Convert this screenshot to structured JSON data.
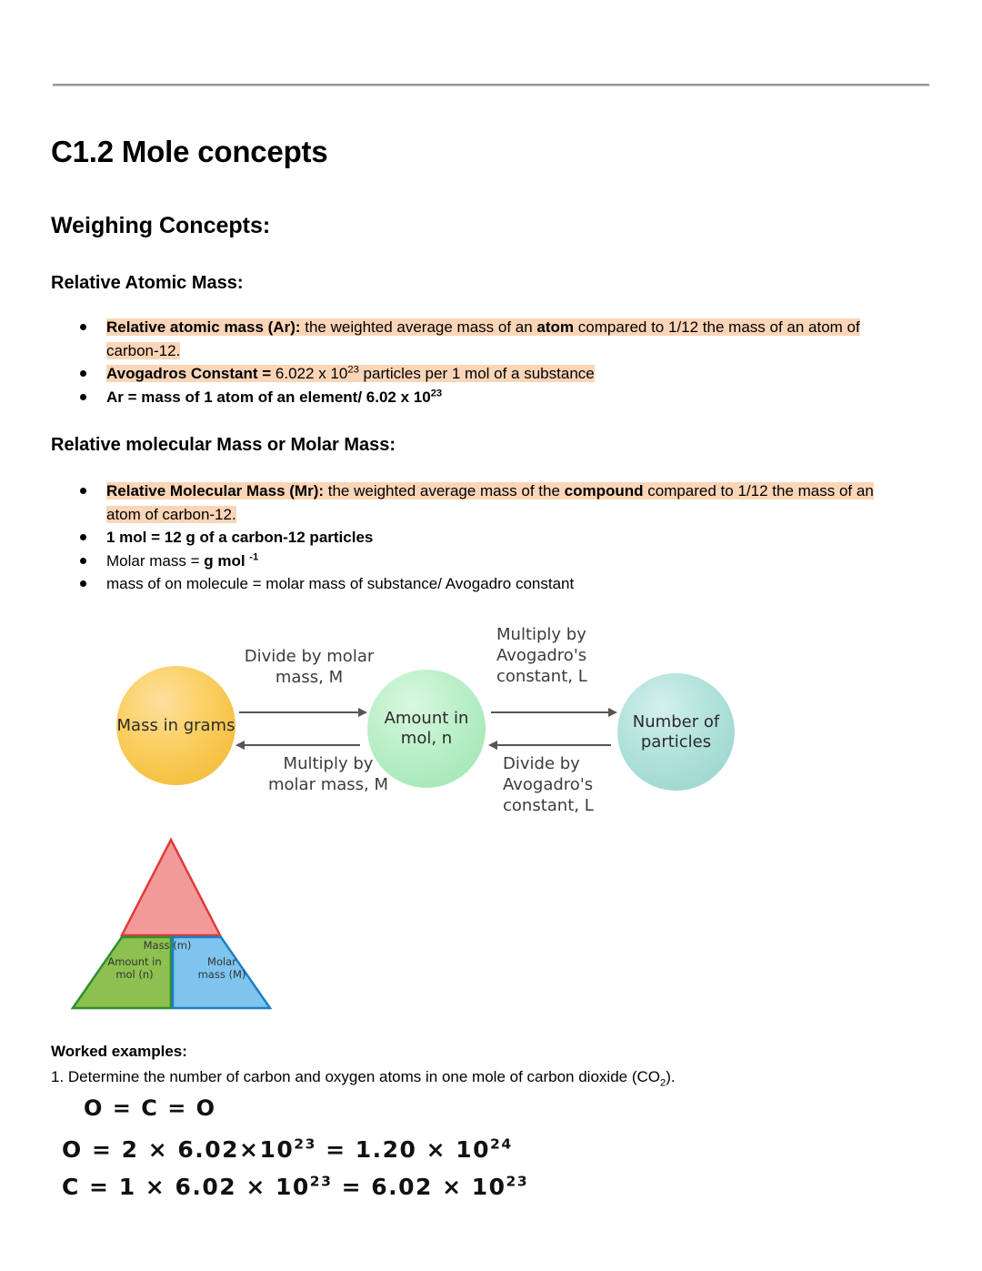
{
  "document": {
    "title": "C1.2 Mole concepts",
    "section_heading": "Weighing Concepts:",
    "subheading_atomic": "Relative Atomic Mass:",
    "subheading_molar": "Relative molecular Mass or Molar Mass:",
    "worked_examples_heading": "Worked examples:"
  },
  "atomic_bullets": {
    "b1_strong": "Relative atomic mass (Ar):",
    "b1_text": " the weighted average mass of an ",
    "b1_strong2": "atom",
    "b1_text2": " compared to 1/12 the mass of an atom of carbon-12.",
    "b2_strong": "Avogadros Constant =",
    "b2_text": " 6.022 x 10",
    "b2_exp": "23",
    "b2_text2": " particles per 1 mol of a substance",
    "b3_text": "Ar = mass of 1 atom of an element/ 6.02 x 10",
    "b3_exp": "23"
  },
  "molar_bullets": {
    "b1_strong": "Relative Molecular Mass (Mr):",
    "b1_text": "  the weighted average mass of the ",
    "b1_strong2": "compound",
    "b1_text2": " compared to 1/12 the mass of an atom of carbon-12.",
    "b2_text": "1 mol = 12 g of a carbon-12 particles",
    "b3_text": "Molar mass = ",
    "b3_strong": "g mol ",
    "b3_exp": "-1",
    "b4_text": "mass of on molecule = molar mass of substance/ Avogadro constant"
  },
  "diagram": {
    "circle_mass": "Mass in\ngrams",
    "circle_mol": "Amount\nin mol, n",
    "circle_particles": "Number of\nparticles",
    "label_divide_molar": "Divide by molar\nmass, M",
    "label_multiply_molar": "Multiply by\nmolar mass, M",
    "label_multiply_avogadro": "Multiply by\nAvogadro's\nconstant, L",
    "label_divide_avogadro": "Divide by\nAvogadro's\nconstant, L",
    "colors": {
      "mass": "#f5c244",
      "mol": "#a9e9ba",
      "particles": "#a0d9d2",
      "arrow": "#555555"
    }
  },
  "triangle": {
    "top": "Mass (m)",
    "bottom_left": "Amount in\nmol (n)",
    "bottom_right": "Molar\nmass (M)",
    "colors": {
      "top_fill": "#f29a9a",
      "top_stroke": "#e03b3b",
      "left_fill": "#8ec04f",
      "left_stroke": "#2f8f2f",
      "right_fill": "#7ec4ee",
      "right_stroke": "#1b7fc4"
    }
  },
  "worked_examples": {
    "question_1_a": "1. Determine the number of carbon and oxygen atoms in one mole of carbon dioxide (CO",
    "question_1_sub": "2",
    "question_1_b": ").",
    "hand_line_1": "O = C = O",
    "hand_line_2_pre": "O = 2 × 6.02×10",
    "hand_line_2_exp1": "23",
    "hand_line_2_mid": " = 1.20 × 10",
    "hand_line_2_exp2": "24",
    "hand_line_3_pre": "C = 1 × 6.02 × 10",
    "hand_line_3_exp1": "23",
    "hand_line_3_mid": " = 6.02 × 10",
    "hand_line_3_exp2": "23"
  }
}
